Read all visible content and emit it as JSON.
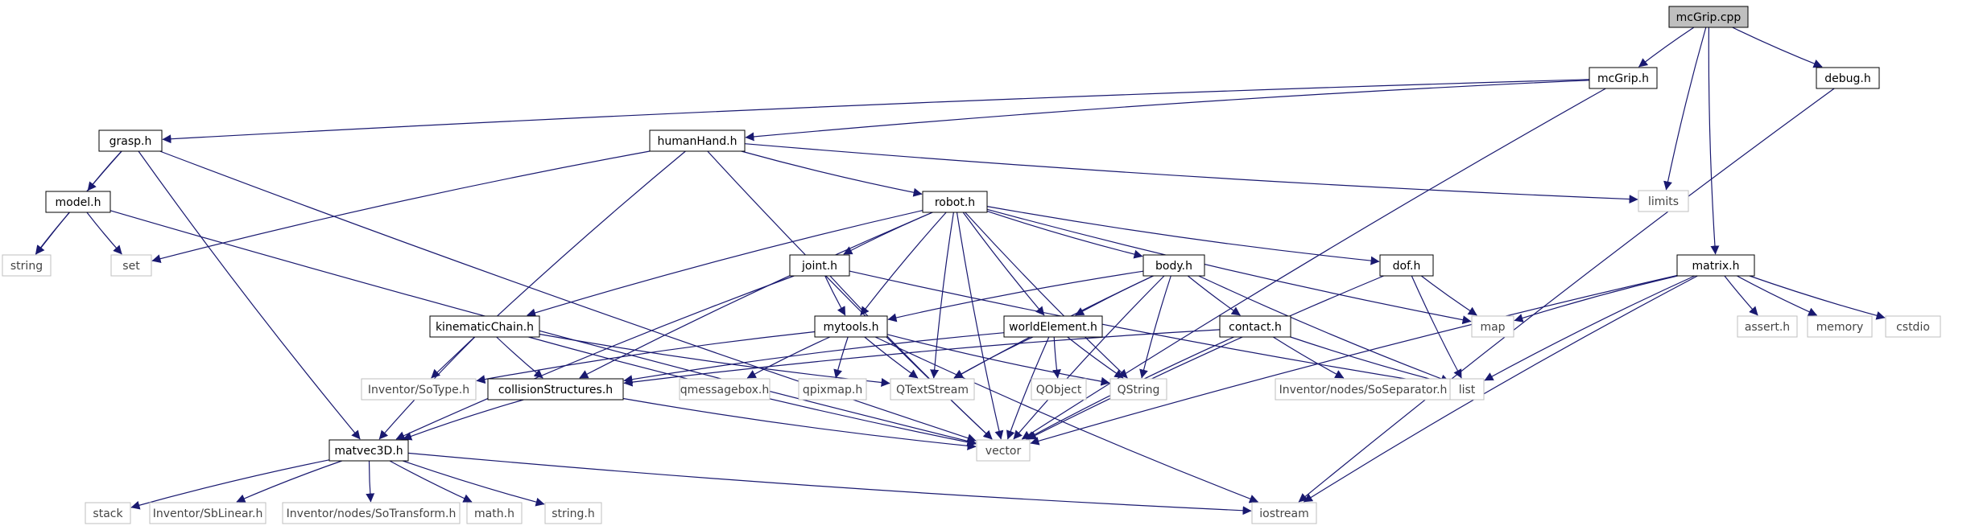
{
  "diagram": {
    "colors": {
      "edge": "#191970",
      "root_fill": "#bfbfbf",
      "node_fill": "#ffffff",
      "documented_border": "#000000",
      "external_border": "#bfbfbf",
      "documented_text": "#000000",
      "external_text": "#444444"
    },
    "nodes": [
      {
        "id": "mcGrip_cpp",
        "label": "mcGrip.cpp",
        "kind": "root"
      },
      {
        "id": "mcGrip_h",
        "label": "mcGrip.h",
        "kind": "documented"
      },
      {
        "id": "debug_h",
        "label": "debug.h",
        "kind": "documented"
      },
      {
        "id": "grasp_h",
        "label": "grasp.h",
        "kind": "documented"
      },
      {
        "id": "humanHand_h",
        "label": "humanHand.h",
        "kind": "documented"
      },
      {
        "id": "limits",
        "label": "limits",
        "kind": "external"
      },
      {
        "id": "model_h",
        "label": "model.h",
        "kind": "documented"
      },
      {
        "id": "robot_h",
        "label": "robot.h",
        "kind": "documented"
      },
      {
        "id": "string",
        "label": "string",
        "kind": "external"
      },
      {
        "id": "set",
        "label": "set",
        "kind": "external"
      },
      {
        "id": "joint_h",
        "label": "joint.h",
        "kind": "documented"
      },
      {
        "id": "body_h",
        "label": "body.h",
        "kind": "documented"
      },
      {
        "id": "dof_h",
        "label": "dof.h",
        "kind": "documented"
      },
      {
        "id": "matrix_h",
        "label": "matrix.h",
        "kind": "documented"
      },
      {
        "id": "kinematicChain_h",
        "label": "kinematicChain.h",
        "kind": "documented"
      },
      {
        "id": "mytools_h",
        "label": "mytools.h",
        "kind": "documented"
      },
      {
        "id": "worldElement_h",
        "label": "worldElement.h",
        "kind": "documented"
      },
      {
        "id": "contact_h",
        "label": "contact.h",
        "kind": "documented"
      },
      {
        "id": "map",
        "label": "map",
        "kind": "external"
      },
      {
        "id": "assert_h",
        "label": "assert.h",
        "kind": "external"
      },
      {
        "id": "memory",
        "label": "memory",
        "kind": "external"
      },
      {
        "id": "cstdio",
        "label": "cstdio",
        "kind": "external"
      },
      {
        "id": "Inventor_SoType_h",
        "label": "Inventor/SoType.h",
        "kind": "external"
      },
      {
        "id": "collisionStructures_h",
        "label": "collisionStructures.h",
        "kind": "documented"
      },
      {
        "id": "qmessagebox_h",
        "label": "qmessagebox.h",
        "kind": "external"
      },
      {
        "id": "qpixmap_h",
        "label": "qpixmap.h",
        "kind": "external"
      },
      {
        "id": "QTextStream",
        "label": "QTextStream",
        "kind": "external"
      },
      {
        "id": "QObject",
        "label": "QObject",
        "kind": "external"
      },
      {
        "id": "QString",
        "label": "QString",
        "kind": "external"
      },
      {
        "id": "Inventor_nodes_SoSeparator_h",
        "label": "Inventor/nodes/SoSeparator.h",
        "kind": "external"
      },
      {
        "id": "list",
        "label": "list",
        "kind": "external"
      },
      {
        "id": "matvec3D_h",
        "label": "matvec3D.h",
        "kind": "documented"
      },
      {
        "id": "vector",
        "label": "vector",
        "kind": "external"
      },
      {
        "id": "stack",
        "label": "stack",
        "kind": "external"
      },
      {
        "id": "Inventor_SbLinear_h",
        "label": "Inventor/SbLinear.h",
        "kind": "external"
      },
      {
        "id": "Inventor_nodes_SoTransform_h",
        "label": "Inventor/nodes/SoTransform.h",
        "kind": "external"
      },
      {
        "id": "math_h",
        "label": "math.h",
        "kind": "external"
      },
      {
        "id": "string_h",
        "label": "string.h",
        "kind": "external"
      },
      {
        "id": "iostream",
        "label": "iostream",
        "kind": "external"
      }
    ],
    "edges": [
      [
        "mcGrip_cpp",
        "mcGrip_h"
      ],
      [
        "mcGrip_cpp",
        "debug_h"
      ],
      [
        "mcGrip_cpp",
        "limits"
      ],
      [
        "mcGrip_cpp",
        "matrix_h"
      ],
      [
        "mcGrip_h",
        "grasp_h"
      ],
      [
        "mcGrip_h",
        "humanHand_h"
      ],
      [
        "mcGrip_h",
        "vector"
      ],
      [
        "debug_h",
        "iostream"
      ],
      [
        "grasp_h",
        "model_h"
      ],
      [
        "grasp_h",
        "string"
      ],
      [
        "grasp_h",
        "vector"
      ],
      [
        "model_h",
        "string"
      ],
      [
        "model_h",
        "set"
      ],
      [
        "model_h",
        "vector"
      ],
      [
        "humanHand_h",
        "robot_h"
      ],
      [
        "humanHand_h",
        "set"
      ],
      [
        "humanHand_h",
        "limits"
      ],
      [
        "humanHand_h",
        "Inventor_SoType_h"
      ],
      [
        "humanHand_h",
        "vector"
      ],
      [
        "robot_h",
        "kinematicChain_h"
      ],
      [
        "robot_h",
        "joint_h"
      ],
      [
        "robot_h",
        "mytools_h"
      ],
      [
        "robot_h",
        "collisionStructures_h"
      ],
      [
        "robot_h",
        "QTextStream"
      ],
      [
        "robot_h",
        "worldElement_h"
      ],
      [
        "robot_h",
        "body_h"
      ],
      [
        "robot_h",
        "QString"
      ],
      [
        "robot_h",
        "dof_h"
      ],
      [
        "robot_h",
        "map"
      ],
      [
        "robot_h",
        "vector"
      ],
      [
        "joint_h",
        "mytools_h"
      ],
      [
        "joint_h",
        "matvec3D_h"
      ],
      [
        "joint_h",
        "list"
      ],
      [
        "joint_h",
        "vector"
      ],
      [
        "body_h",
        "mytools_h"
      ],
      [
        "body_h",
        "worldElement_h"
      ],
      [
        "body_h",
        "contact_h"
      ],
      [
        "body_h",
        "QTextStream"
      ],
      [
        "body_h",
        "QString"
      ],
      [
        "body_h",
        "list"
      ],
      [
        "body_h",
        "vector"
      ],
      [
        "dof_h",
        "map"
      ],
      [
        "dof_h",
        "list"
      ],
      [
        "dof_h",
        "vector"
      ],
      [
        "kinematicChain_h",
        "collisionStructures_h"
      ],
      [
        "kinematicChain_h",
        "matvec3D_h"
      ],
      [
        "kinematicChain_h",
        "vector"
      ],
      [
        "kinematicChain_h",
        "QTextStream"
      ],
      [
        "mytools_h",
        "qmessagebox_h"
      ],
      [
        "mytools_h",
        "qpixmap_h"
      ],
      [
        "mytools_h",
        "QTextStream"
      ],
      [
        "mytools_h",
        "QString"
      ],
      [
        "mytools_h",
        "iostream"
      ],
      [
        "mytools_h",
        "Inventor_SoType_h"
      ],
      [
        "worldElement_h",
        "collisionStructures_h"
      ],
      [
        "worldElement_h",
        "QObject"
      ],
      [
        "worldElement_h",
        "QString"
      ],
      [
        "worldElement_h",
        "QTextStream"
      ],
      [
        "worldElement_h",
        "vector"
      ],
      [
        "contact_h",
        "collisionStructures_h"
      ],
      [
        "contact_h",
        "Inventor_nodes_SoSeparator_h"
      ],
      [
        "contact_h",
        "list"
      ],
      [
        "contact_h",
        "vector"
      ],
      [
        "collisionStructures_h",
        "matvec3D_h"
      ],
      [
        "collisionStructures_h",
        "vector"
      ],
      [
        "matrix_h",
        "map"
      ],
      [
        "matrix_h",
        "list"
      ],
      [
        "matrix_h",
        "assert_h"
      ],
      [
        "matrix_h",
        "memory"
      ],
      [
        "matrix_h",
        "cstdio"
      ],
      [
        "matrix_h",
        "vector"
      ],
      [
        "matrix_h",
        "iostream"
      ],
      [
        "matvec3D_h",
        "stack"
      ],
      [
        "matvec3D_h",
        "Inventor_SbLinear_h"
      ],
      [
        "matvec3D_h",
        "Inventor_nodes_SoTransform_h"
      ],
      [
        "matvec3D_h",
        "math_h"
      ],
      [
        "matvec3D_h",
        "string_h"
      ],
      [
        "matvec3D_h",
        "iostream"
      ],
      [
        "grasp_h",
        "matvec3D_h"
      ]
    ]
  }
}
